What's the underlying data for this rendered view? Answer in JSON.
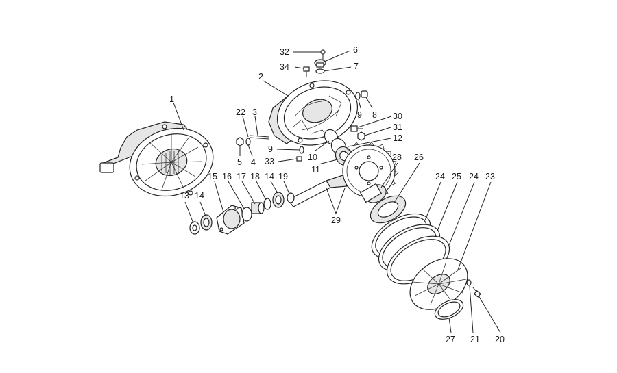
{
  "callouts": {
    "c1": "1",
    "c2": "2",
    "c3": "3",
    "c4": "4",
    "c5": "5",
    "c6": "6",
    "c7": "7",
    "c8": "8",
    "c9a": "9",
    "c9b": "9",
    "c10": "10",
    "c11": "11",
    "c12": "12",
    "c13": "13",
    "c14a": "14",
    "c14b": "14",
    "c15": "15",
    "c16": "16",
    "c17": "17",
    "c18": "18",
    "c19": "19",
    "c20": "20",
    "c21": "21",
    "c22": "22",
    "c23": "23",
    "c24a": "24",
    "c24b": "24",
    "c25": "25",
    "c26": "26",
    "c27": "27",
    "c28": "28",
    "c29": "29",
    "c30": "30",
    "c31": "31",
    "c32": "32",
    "c33": "33",
    "c34": "34"
  }
}
